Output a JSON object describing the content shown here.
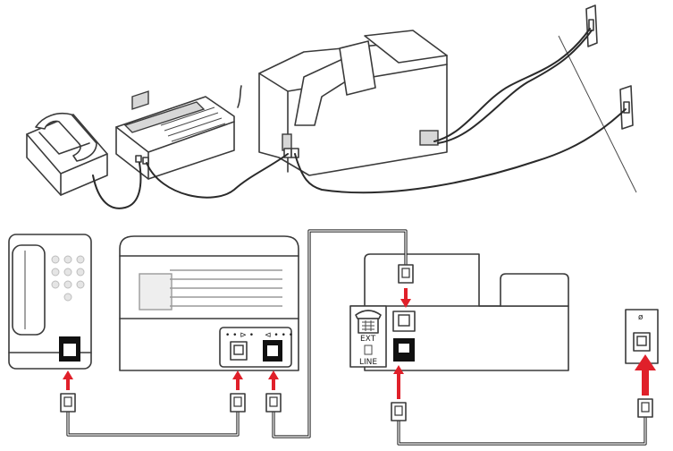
{
  "labels": {
    "ext_port": "EXT",
    "line_port": "LINE",
    "fax_out_port": "• • ⊳ •",
    "fax_in_port": "⊲ • • •",
    "wall_jack": "ø"
  },
  "colors": {
    "arrow": "#e0202a",
    "line": "#3a3a3a",
    "background": "#ffffff"
  }
}
